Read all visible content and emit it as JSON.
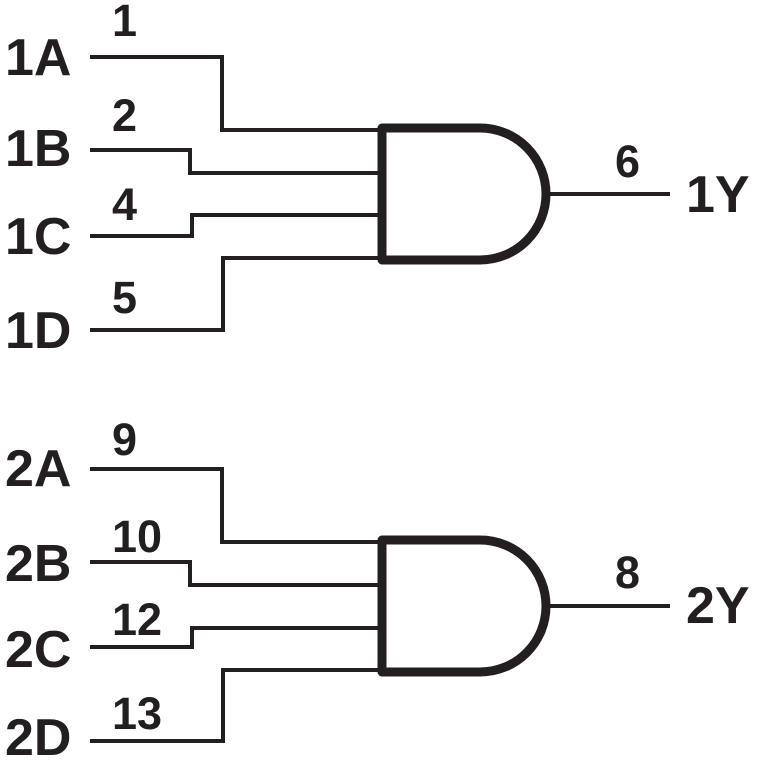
{
  "diagram": {
    "figure_type": "logic-diagram",
    "description": "Dual 4-input AND gates",
    "colors": {
      "ink": "#231f20",
      "background": "#ffffff"
    },
    "gates": [
      {
        "symbol": "AND",
        "inputs": [
          {
            "label": "1A",
            "pin": "1"
          },
          {
            "label": "1B",
            "pin": "2"
          },
          {
            "label": "1C",
            "pin": "4"
          },
          {
            "label": "1D",
            "pin": "5"
          }
        ],
        "output": {
          "label": "1Y",
          "pin": "6"
        }
      },
      {
        "symbol": "AND",
        "inputs": [
          {
            "label": "2A",
            "pin": "9"
          },
          {
            "label": "2B",
            "pin": "10"
          },
          {
            "label": "2C",
            "pin": "12"
          },
          {
            "label": "2D",
            "pin": "13"
          }
        ],
        "output": {
          "label": "2Y",
          "pin": "8"
        }
      }
    ]
  }
}
